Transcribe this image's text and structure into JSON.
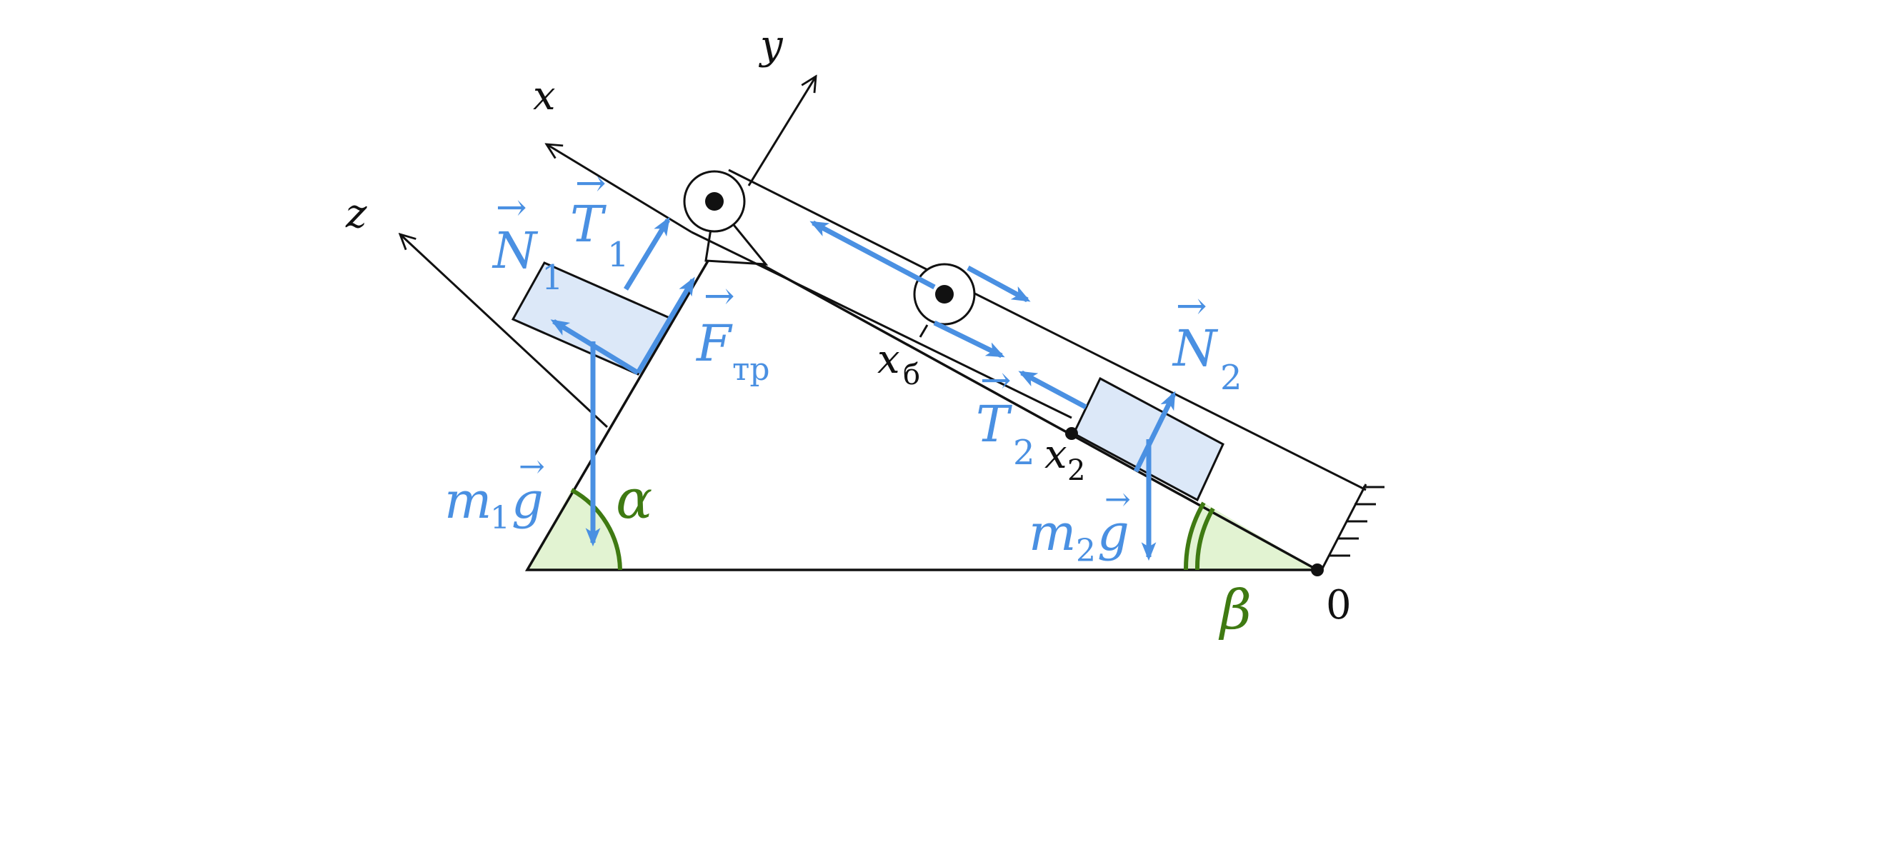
{
  "colors": {
    "force": "#4a90e2",
    "block_fill": "#dce8f8",
    "angle_fill": "#e2f3d2",
    "angle_stroke": "#3f7a12",
    "ink": "#111111"
  },
  "axes": {
    "x": "x",
    "y": "y",
    "z": "z"
  },
  "labels": {
    "N1": "N",
    "N1_sub": "1",
    "T1": "T",
    "T1_sub": "1",
    "Ftr": "F",
    "Ftr_sub": "тр",
    "m1g_m": "m",
    "m1g_sub": "1",
    "m1g_g": "g",
    "N2": "N",
    "N2_sub": "2",
    "T2": "T",
    "T2_sub": "2",
    "m2g_m": "m",
    "m2g_sub": "2",
    "m2g_g": "g",
    "alpha": "α",
    "beta": "β",
    "x6": "x",
    "x6_sub": "б",
    "x2": "x",
    "x2_sub": "2",
    "origin": "0",
    "vec_arrow": "→"
  }
}
